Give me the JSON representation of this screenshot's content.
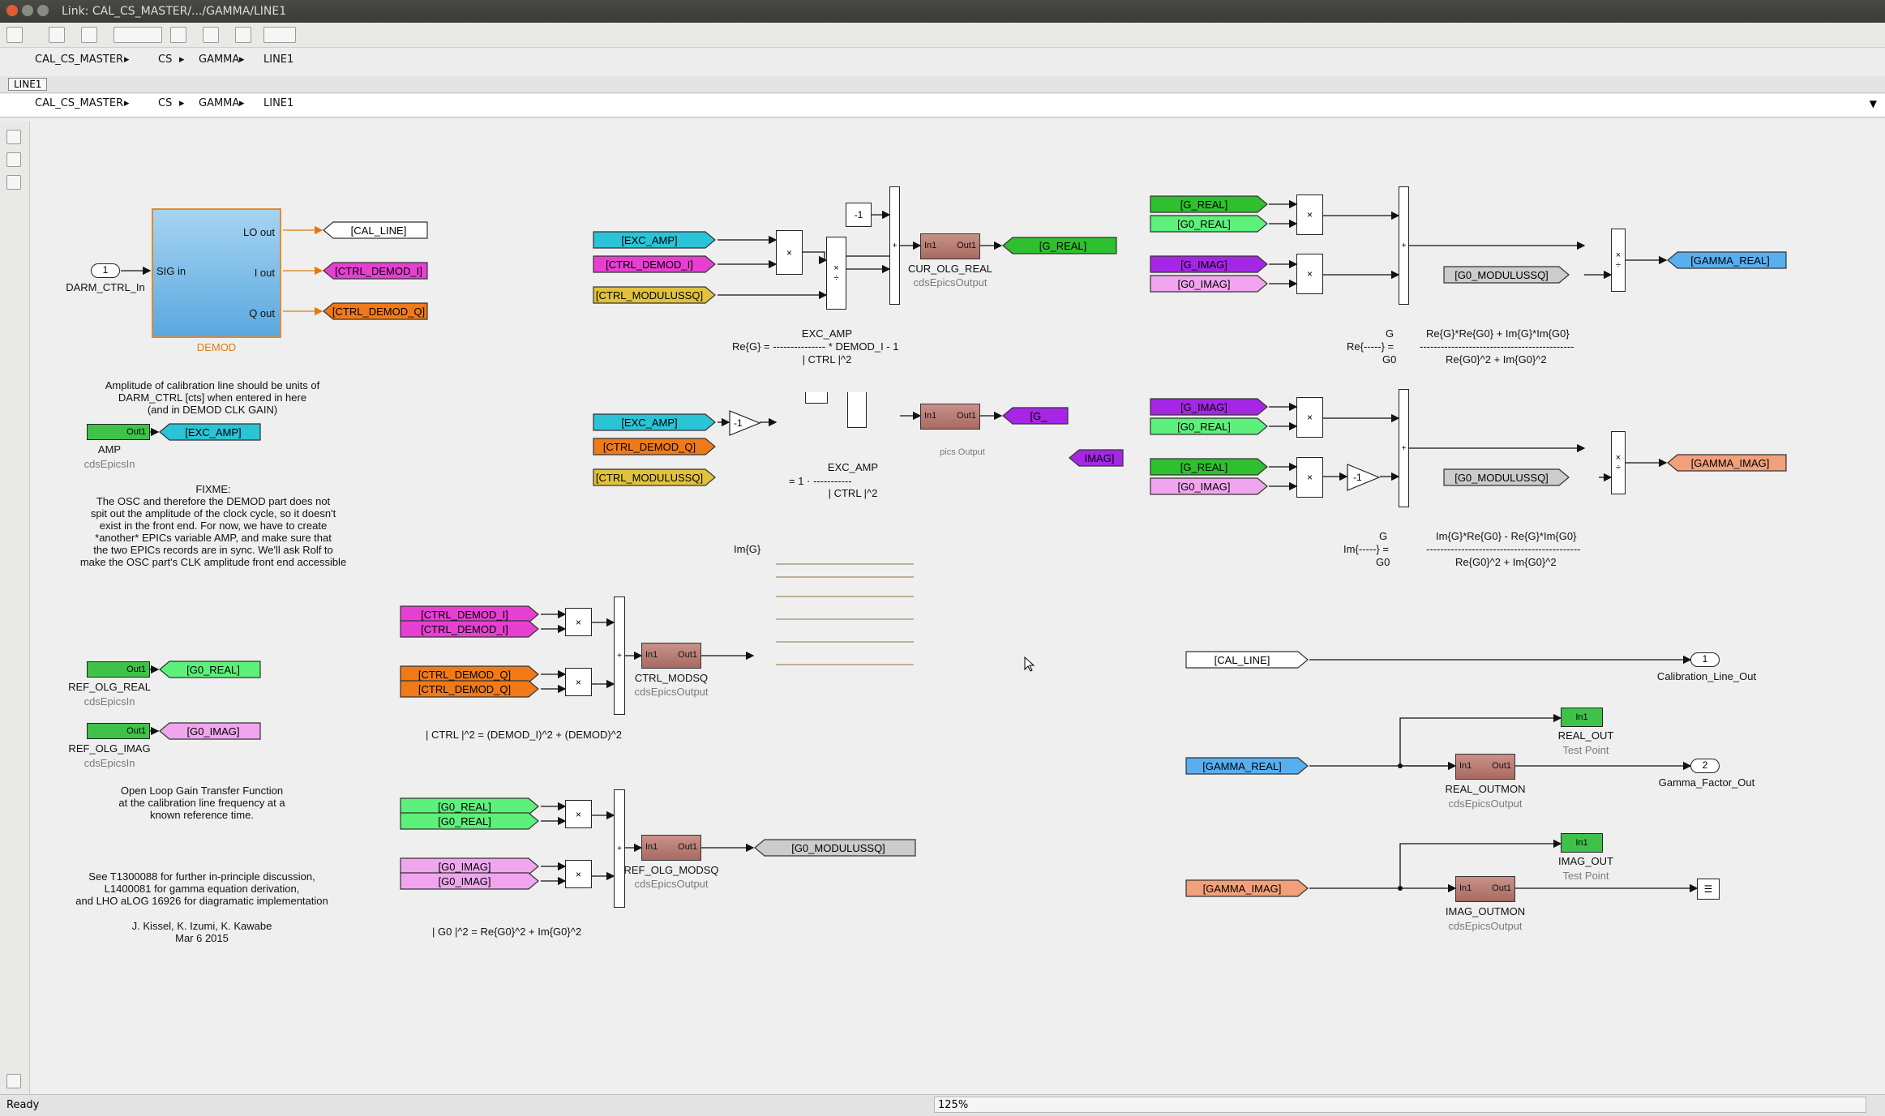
{
  "window": {
    "title": "Link: CAL_CS_MASTER/.../GAMMA/LINE1"
  },
  "breadcrumb": [
    "CAL_CS_MASTER",
    "CS",
    "GAMMA",
    "LINE1"
  ],
  "tab": {
    "label": "LINE1"
  },
  "status": {
    "left": "Ready",
    "zoom": "125%"
  },
  "colors": {
    "cyan": "#2bc3d6",
    "magenta": "#e83fd3",
    "orange": "#f07a18",
    "yellow": "#e0c23c",
    "green": "#2ec02e",
    "lightgreen": "#5df07a",
    "purple": "#a626e6",
    "pink": "#f0a6ee",
    "blue": "#58aff0",
    "salmon": "#f2a07a",
    "gray": "#cccccc",
    "white": "#ffffff"
  },
  "demod": {
    "sig_in": "SIG in",
    "lo_out": "LO out",
    "i_out": "I out",
    "q_out": "Q out",
    "name": "DEMOD"
  },
  "inport1": {
    "num": "1",
    "name": "DARM_CTRL_In"
  },
  "outports": [
    {
      "num": "1",
      "name": "Calibration_Line_Out"
    },
    {
      "num": "2",
      "name": "Gamma_Factor_Out"
    }
  ],
  "gotos_demod": [
    "[CAL_LINE]",
    "[CTRL_DEMOD_I]",
    "[CTRL_DEMOD_Q]"
  ],
  "notes": {
    "amp_note": "Amplitude of calibration line should be units of\nDARM_CTRL [cts] when entered in here\n(and in DEMOD CLK GAIN)",
    "fixme": "FIXME:\nThe OSC and therefore the DEMOD part does not\nspit out the amplitude of the clock cycle, so it doesn't\nexist in the front end. For now, we have to create\n*another* EPICs variable AMP, and make sure that\nthe two EPICs records are in sync. We'll ask Rolf to\nmake the OSC part's CLK amplitude front end accessible",
    "olg_note": "Open Loop Gain Transfer Function\nat the calibration line frequency at a\nknown reference time.",
    "ref_note": "See T1300088 for further in-principle discussion,\nL1400081 for gamma equation derivation,\nand LHO aLOG 16926 for diagramatic implementation",
    "authors": "J. Kissel, K. Izumi, K. Kawabe\nMar 6 2015"
  },
  "epics_in": [
    {
      "out": "Out1",
      "name": "AMP",
      "sub": "cdsEpicsIn",
      "tag": "[EXC_AMP]"
    },
    {
      "out": "Out1",
      "name": "REF_OLG_REAL",
      "sub": "cdsEpicsIn",
      "tag": "[G0_REAL]"
    },
    {
      "out": "Out1",
      "name": "REF_OLG_IMAG",
      "sub": "cdsEpicsIn",
      "tag": "[G0_IMAG]"
    }
  ],
  "re_group": {
    "froms": [
      "[EXC_AMP]",
      "[CTRL_DEMOD_I]",
      "[CTRL_MODULUSSQ]"
    ],
    "const": "-1",
    "sub_in": "In1",
    "sub_out": "Out1",
    "sub_name": "CUR_OLG_REAL",
    "sub_sub": "cdsEpicsOutput",
    "goto": "[G_REAL]",
    "eq1": "EXC_AMP",
    "eq2": "Re{G} = ---------------  * DEMOD_I   -  1",
    "eq3": "| CTRL |^2"
  },
  "im_group": {
    "froms": [
      "[EXC_AMP]",
      "[CTRL_DEMOD_Q]",
      "[CTRL_MODULUSSQ]"
    ],
    "gain": "-1",
    "sub_in": "In1",
    "sub_out": "Out1",
    "sub_sub": "pics Output",
    "goto": "[G_",
    "goto2": "IMAG]",
    "eq1": "EXC_AMP",
    "eq2": "=   1 ·  -----------",
    "eq3": "| CTRL |^2",
    "eq_left": "Im{G}"
  },
  "modsq_group": {
    "froms": [
      "[CTRL_DEMOD_I]",
      "[CTRL_DEMOD_I]",
      "[CTRL_DEMOD_Q]",
      "[CTRL_DEMOD_Q]"
    ],
    "sub_in": "In1",
    "sub_out": "Out1",
    "sub_name": "CTRL_MODSQ",
    "sub_sub": "cdsEpicsOutput",
    "eq": "| CTRL |^2 = (DEMOD_I)^2 + (DEMOD)^2"
  },
  "g0_group": {
    "froms": [
      "[G0_REAL]",
      "[G0_REAL]",
      "[G0_IMAG]",
      "[G0_IMAG]"
    ],
    "sub_in": "In1",
    "sub_out": "Out1",
    "sub_name": "REF_OLG_MODSQ",
    "sub_sub": "cdsEpicsOutput",
    "goto": "[G0_MODULUSSQ]",
    "eq": "| G0 |^2 = Re{G0}^2 + Im{G0}^2"
  },
  "gamma_re": {
    "froms": [
      "[G_REAL]",
      "[G0_REAL]",
      "[G_IMAG]",
      "[G0_IMAG]"
    ],
    "div_from": "[G0_MODULUSSQ]",
    "goto": "[GAMMA_REAL]",
    "eq_g": "G",
    "eq_re": "Re{-----} =",
    "eq_g0": "G0",
    "eq_num": "Re{G}*Re{G0} + Im{G}*Im{G0}",
    "eq_bar": "--------------------------------------------",
    "eq_den": "Re{G0}^2 + Im{G0}^2"
  },
  "gamma_im": {
    "froms": [
      "[G_IMAG]",
      "[G0_REAL]",
      "[G_REAL]",
      "[G0_IMAG]"
    ],
    "gain": "-1",
    "div_from": "[G0_MODULUSSQ]",
    "goto": "[GAMMA_IMAG]",
    "eq_g": "G",
    "eq_im": "Im{-----} =",
    "eq_g0": "G0",
    "eq_num": "Im{G}*Re{G0} - Re{G}*Im{G0}",
    "eq_bar": "--------------------------------------------",
    "eq_den": "Re{G0}^2 + Im{G0}^2"
  },
  "outputs_group": {
    "cal_from": "[CAL_LINE]",
    "greal_from": "[GAMMA_REAL]",
    "gimag_from": "[GAMMA_IMAG]",
    "real_tp": {
      "in": "In1",
      "name": "REAL_OUT",
      "sub": "Test Point"
    },
    "imag_tp": {
      "in": "In1",
      "name": "IMAG_OUT",
      "sub": "Test Point"
    },
    "real_mon": {
      "in": "In1",
      "out": "Out1",
      "name": "REAL_OUTMON",
      "sub": "cdsEpicsOutput"
    },
    "imag_mon": {
      "in": "In1",
      "out": "Out1",
      "name": "IMAG_OUTMON",
      "sub": "cdsEpicsOutput"
    }
  },
  "ops": {
    "mult": "×",
    "sum": "+",
    "div": "÷"
  }
}
